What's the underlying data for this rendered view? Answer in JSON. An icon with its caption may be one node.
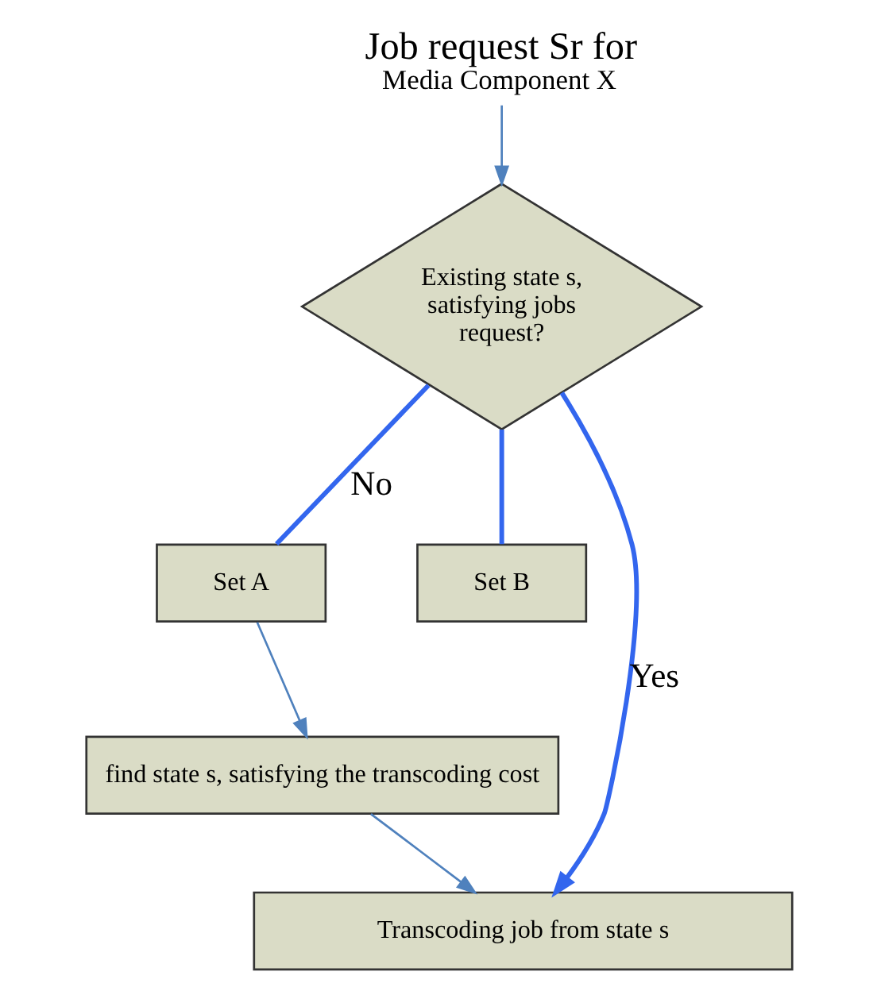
{
  "diagram": {
    "nodes": [
      {
        "text": [
          "Job request Sr for",
          "Media Component X"
        ]
      },
      {
        "text": [
          "Existing state s, satisfying jobs request?"
        ]
      },
      {
        "text": [
          "Set A"
        ]
      },
      {
        "text": [
          "Set B"
        ]
      },
      {
        "text": [
          "find state s, satisfying the transcoding cost"
        ]
      },
      {
        "text": [
          "Transcoding job from state s"
        ]
      }
    ],
    "edges": [
      {
        "from": 0,
        "to": 1,
        "arrow": "to"
      },
      {
        "from": 1,
        "to": 5,
        "arrow": "to",
        "label": "Yes",
        "style": "thick",
        "color": "#3366ee"
      },
      {
        "from": 1,
        "to": 2,
        "arrow": "none",
        "label": "No",
        "style": "thick",
        "color": "#3366ee"
      },
      {
        "from": 1,
        "to": 3,
        "arrow": "none",
        "style": "thick",
        "color": "#3366ee"
      },
      {
        "from": 2,
        "to": 4,
        "arrow": "to"
      },
      {
        "from": 4,
        "to": 5,
        "arrow": "to"
      }
    ]
  }
}
